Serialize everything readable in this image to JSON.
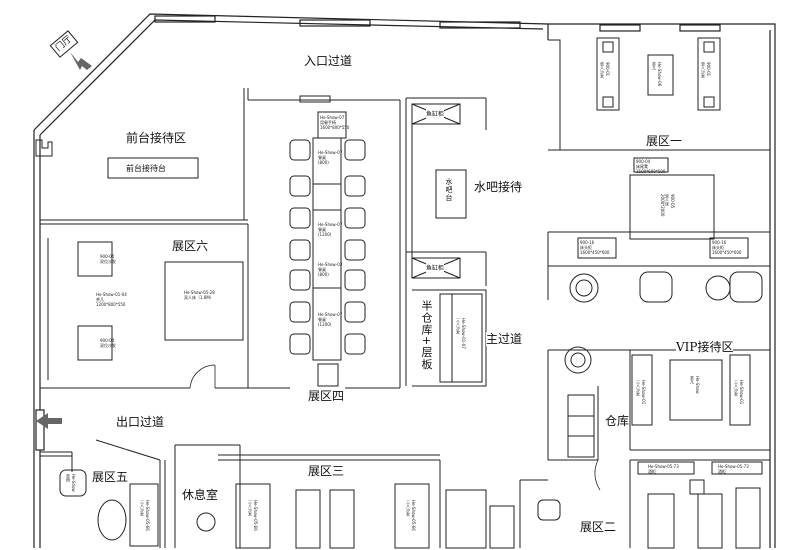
{
  "entrance": {
    "label": "门厅",
    "arrow_icon": "arrow-down-right-icon"
  },
  "exit_arrow_icon": "arrow-left-icon",
  "zones": {
    "entrance_corridor": "入口过道",
    "reception": "前台接待区",
    "reception_desk": "前台接待台",
    "exhibit_1": "展区一",
    "exhibit_2": "展区二",
    "exhibit_3": "展区三",
    "exhibit_4": "展区四",
    "exhibit_5": "展区五",
    "exhibit_6": "展区六",
    "water_bar": "水吧接待",
    "water_bar_counter": "水吧台",
    "main_corridor": "主过道",
    "half_storage": "半仓库+层板",
    "vip_reception": "VIP接待区",
    "storage": "仓库",
    "exit_corridor": "出口过道",
    "lounge": "休息室"
  },
  "fixtures": {
    "display_cabinet_top": "鱼缸柜",
    "display_cabinet_bottom": "鱼缸柜"
  },
  "furniture_tags": {
    "ex1_sofa_left": "900-01\n单人沙发",
    "ex1_sofa_center": "He-Show-06\n茶几",
    "ex1_sofa_right": "900-01\n单人沙发",
    "ex1_bed_header": "900-04\n床尾凳\n1500*600*500",
    "ex1_bed": "900-05\n双人床\n2000*2000",
    "ex1_night_left": "900-16\n床头柜\n1600*450*600",
    "ex1_night_right": "900-16\n床头柜\n1600*450*600",
    "table_top_label": "He-Show-07\n用餐手椅\n1600*800*550",
    "table_seg1": "He-Show-07\n餐桌\n(800)",
    "table_seg2": "He-Show-07\n餐桌\n(1200)",
    "table_seg3": "He-Show-03\n餐桌\n(800)",
    "table_seg4": "He-Show-07\n餐桌\n(1200)",
    "ex6_sofa_top": "900-04\n双位沙发",
    "ex6_coffee": "He-Show-01-04\n茶几\n1200*800*550",
    "ex6_sofa_bottom": "900-04\n双位沙发",
    "ex6_bed": "He-Show-05-28\n双人床（1.8M）",
    "half_storage_tag": "He-Show-01-07\n三人沙发",
    "vip_sofa_left": "He-Show-01\n三人沙发",
    "vip_table": "He-Show\n茶几",
    "vip_sofa_right": "He-Show-01\n三人沙发",
    "ex2_cab_left": "He-Show-05-73\n酒柜",
    "ex2_cab_right": "He-Show-05-73\n酒柜",
    "ex3_sofa_left": "He-Show-05-66\n三人沙发",
    "ex3_sofa_right": "He-Show-05-66\n三人沙发",
    "ex5_sofa": "He-Show-05-66\n三人沙发",
    "ex5_chair": "He-Show\n单椅"
  }
}
